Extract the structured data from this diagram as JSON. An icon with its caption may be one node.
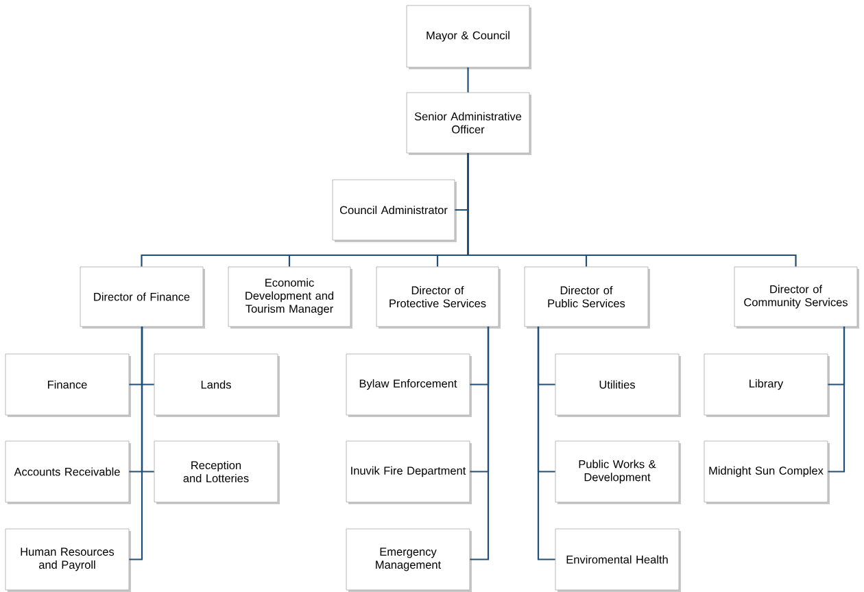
{
  "diagram": {
    "nodes": [
      {
        "text": [
          "Mayor & Council"
        ]
      },
      {
        "text": [
          "Senior Administrative Officer"
        ]
      },
      {
        "text": [
          "Council Administrator"
        ]
      },
      {
        "text": [
          "Director of Finance"
        ]
      },
      {
        "text": [
          "Economic Development and Tourism Manager"
        ]
      },
      {
        "text": [
          "Director of Protective Services"
        ]
      },
      {
        "text": [
          "Director of Public Services"
        ]
      },
      {
        "text": [
          "Director of Community Services"
        ]
      },
      {
        "text": [
          "Finance"
        ]
      },
      {
        "text": [
          "Lands"
        ]
      },
      {
        "text": [
          "Accounts Receivable"
        ]
      },
      {
        "text": [
          "Reception and Lotteries"
        ]
      },
      {
        "text": [
          "Human Resources and Payroll"
        ]
      },
      {
        "text": [
          "Bylaw Enforcement"
        ]
      },
      {
        "text": [
          "Inuvik Fire Department"
        ]
      },
      {
        "text": [
          "Emergency Management"
        ]
      },
      {
        "text": [
          "Utilities"
        ]
      },
      {
        "text": [
          "Public Works & Development"
        ]
      },
      {
        "text": [
          "Enviromental Health"
        ]
      },
      {
        "text": [
          "Library"
        ]
      },
      {
        "text": [
          "Midnight Sun Complex"
        ]
      }
    ],
    "edges": [
      {
        "from": 0,
        "to": 1,
        "arrow": "none"
      },
      {
        "from": 1,
        "to": 2,
        "arrow": "none"
      },
      {
        "from": 1,
        "to": 3,
        "arrow": "none"
      },
      {
        "from": 1,
        "to": 4,
        "arrow": "none"
      },
      {
        "from": 1,
        "to": 5,
        "arrow": "none"
      },
      {
        "from": 1,
        "to": 6,
        "arrow": "none"
      },
      {
        "from": 1,
        "to": 7,
        "arrow": "none"
      },
      {
        "from": 3,
        "to": 8,
        "arrow": "none"
      },
      {
        "from": 3,
        "to": 9,
        "arrow": "none"
      },
      {
        "from": 3,
        "to": 10,
        "arrow": "none"
      },
      {
        "from": 3,
        "to": 11,
        "arrow": "none"
      },
      {
        "from": 3,
        "to": 12,
        "arrow": "none"
      },
      {
        "from": 5,
        "to": 13,
        "arrow": "none"
      },
      {
        "from": 5,
        "to": 14,
        "arrow": "none"
      },
      {
        "from": 5,
        "to": 15,
        "arrow": "none"
      },
      {
        "from": 6,
        "to": 16,
        "arrow": "none"
      },
      {
        "from": 6,
        "to": 17,
        "arrow": "none"
      },
      {
        "from": 6,
        "to": 18,
        "arrow": "none"
      },
      {
        "from": 7,
        "to": 19,
        "arrow": "none"
      },
      {
        "from": 7,
        "to": 20,
        "arrow": "none"
      }
    ]
  }
}
